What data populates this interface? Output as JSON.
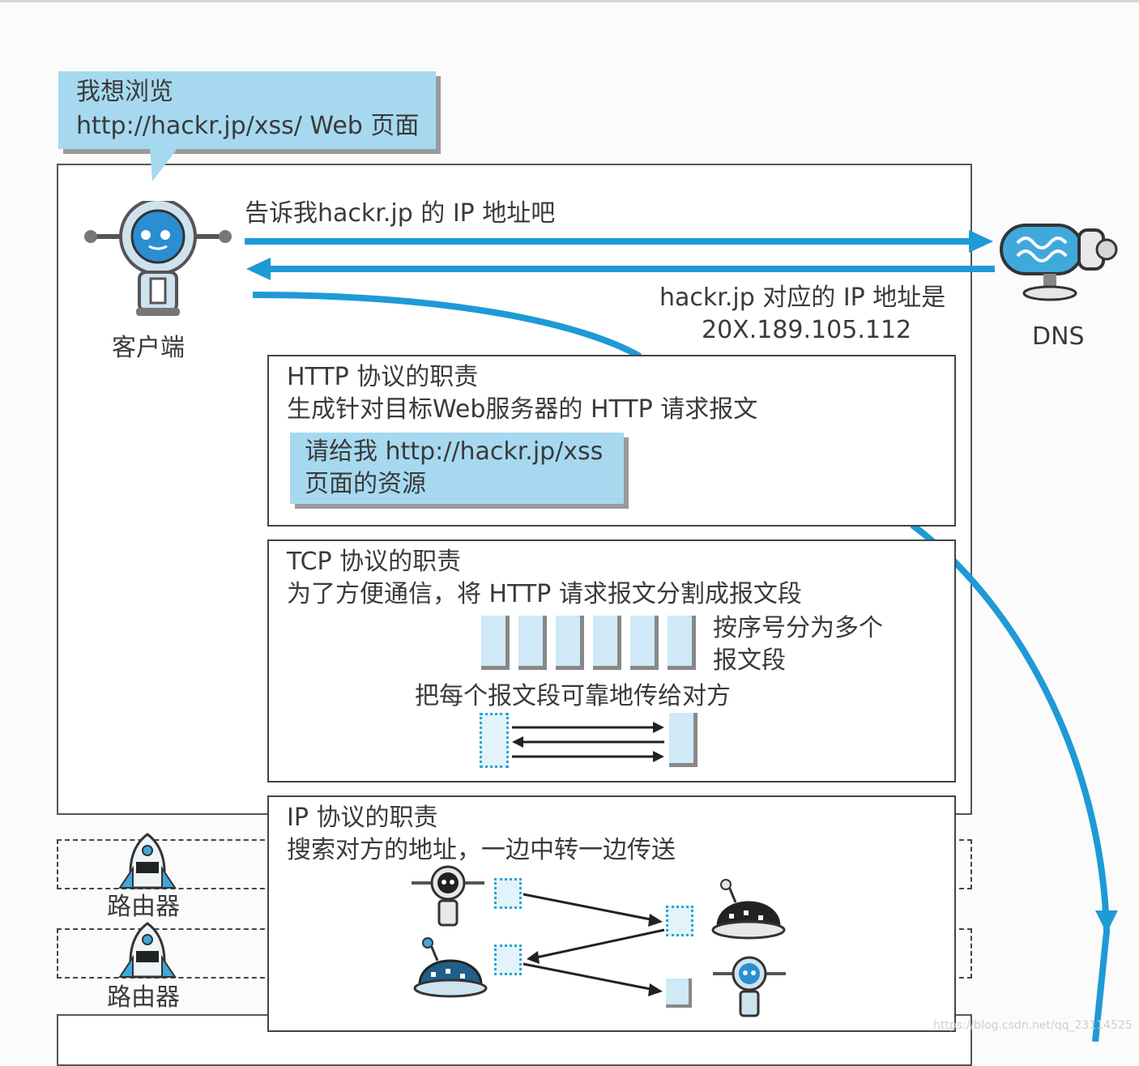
{
  "bubble": {
    "line1": "我想浏览",
    "line2": "http://hackr.jp/xss/ Web 页面"
  },
  "client_label": "客户端",
  "dns_label": "DNS",
  "dns_request": "告诉我hackr.jp 的 IP 地址吧",
  "dns_response": {
    "line1": "hackr.jp 对应的 IP 地址是",
    "line2": "20X.189.105.112"
  },
  "http_box": {
    "title": "HTTP 协议的职责",
    "desc": "生成针对目标Web服务器的 HTTP 请求报文",
    "message_line1": "请给我 http://hackr.jp/xss",
    "message_line2": "页面的资源"
  },
  "tcp_box": {
    "title": "TCP 协议的职责",
    "desc": "为了方便通信，将 HTTP 请求报文分割成报文段",
    "segments_note_line1": "按序号分为多个",
    "segments_note_line2": "报文段",
    "reliable_note": "把每个报文段可靠地传给对方"
  },
  "ip_box": {
    "title": "IP 协议的职责",
    "desc": "搜索对方的地址，一边中转一边传送"
  },
  "routers": [
    {
      "label": "路由器"
    },
    {
      "label": "路由器"
    }
  ],
  "watermark": "https://blog.csdn.net/qq_23114525",
  "colors": {
    "accent": "#1e9ad6",
    "bubble": "#a6d9ef",
    "segment": "#cfe9f6"
  }
}
